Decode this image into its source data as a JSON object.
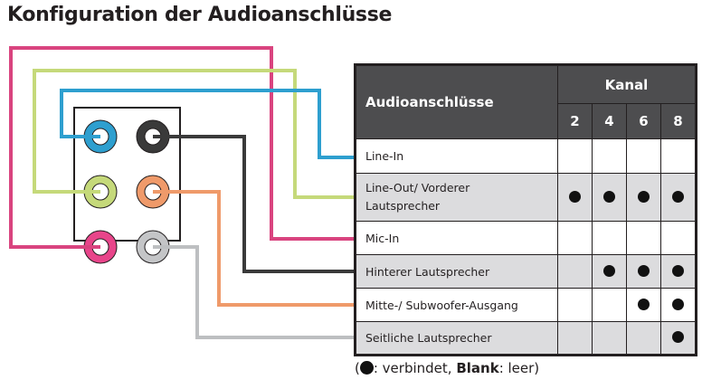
{
  "title": "Konfiguration der Audioanschlüsse",
  "table": {
    "header_ports": "Audioanschlüsse",
    "header_channel": "Kanal",
    "channels": [
      "2",
      "4",
      "6",
      "8"
    ],
    "rows": [
      {
        "label": "Line-In",
        "wire_color": "#2e9fcf",
        "connected": [
          false,
          false,
          false,
          false
        ]
      },
      {
        "label": "Line-Out/ Vorderer Lautsprecher",
        "wire_color": "#c5d97a",
        "connected": [
          true,
          true,
          true,
          true
        ]
      },
      {
        "label": "Mic-In",
        "wire_color": "#d9447f",
        "connected": [
          false,
          false,
          false,
          false
        ]
      },
      {
        "label": "Hinterer Lautsprecher",
        "wire_color": "#3a3a3a",
        "connected": [
          false,
          true,
          true,
          true
        ]
      },
      {
        "label": "Mitte-/ Subwoofer-Ausgang",
        "wire_color": "#ef9a6a",
        "connected": [
          false,
          false,
          true,
          true
        ]
      },
      {
        "label": "Seitliche Lautsprecher",
        "wire_color": "#bdbfc1",
        "connected": [
          false,
          false,
          false,
          true
        ]
      }
    ]
  },
  "legend": {
    "open": "(",
    "connected_text": ": verbindet, ",
    "blank_label": "Blank",
    "blank_text": ": leer)"
  }
}
